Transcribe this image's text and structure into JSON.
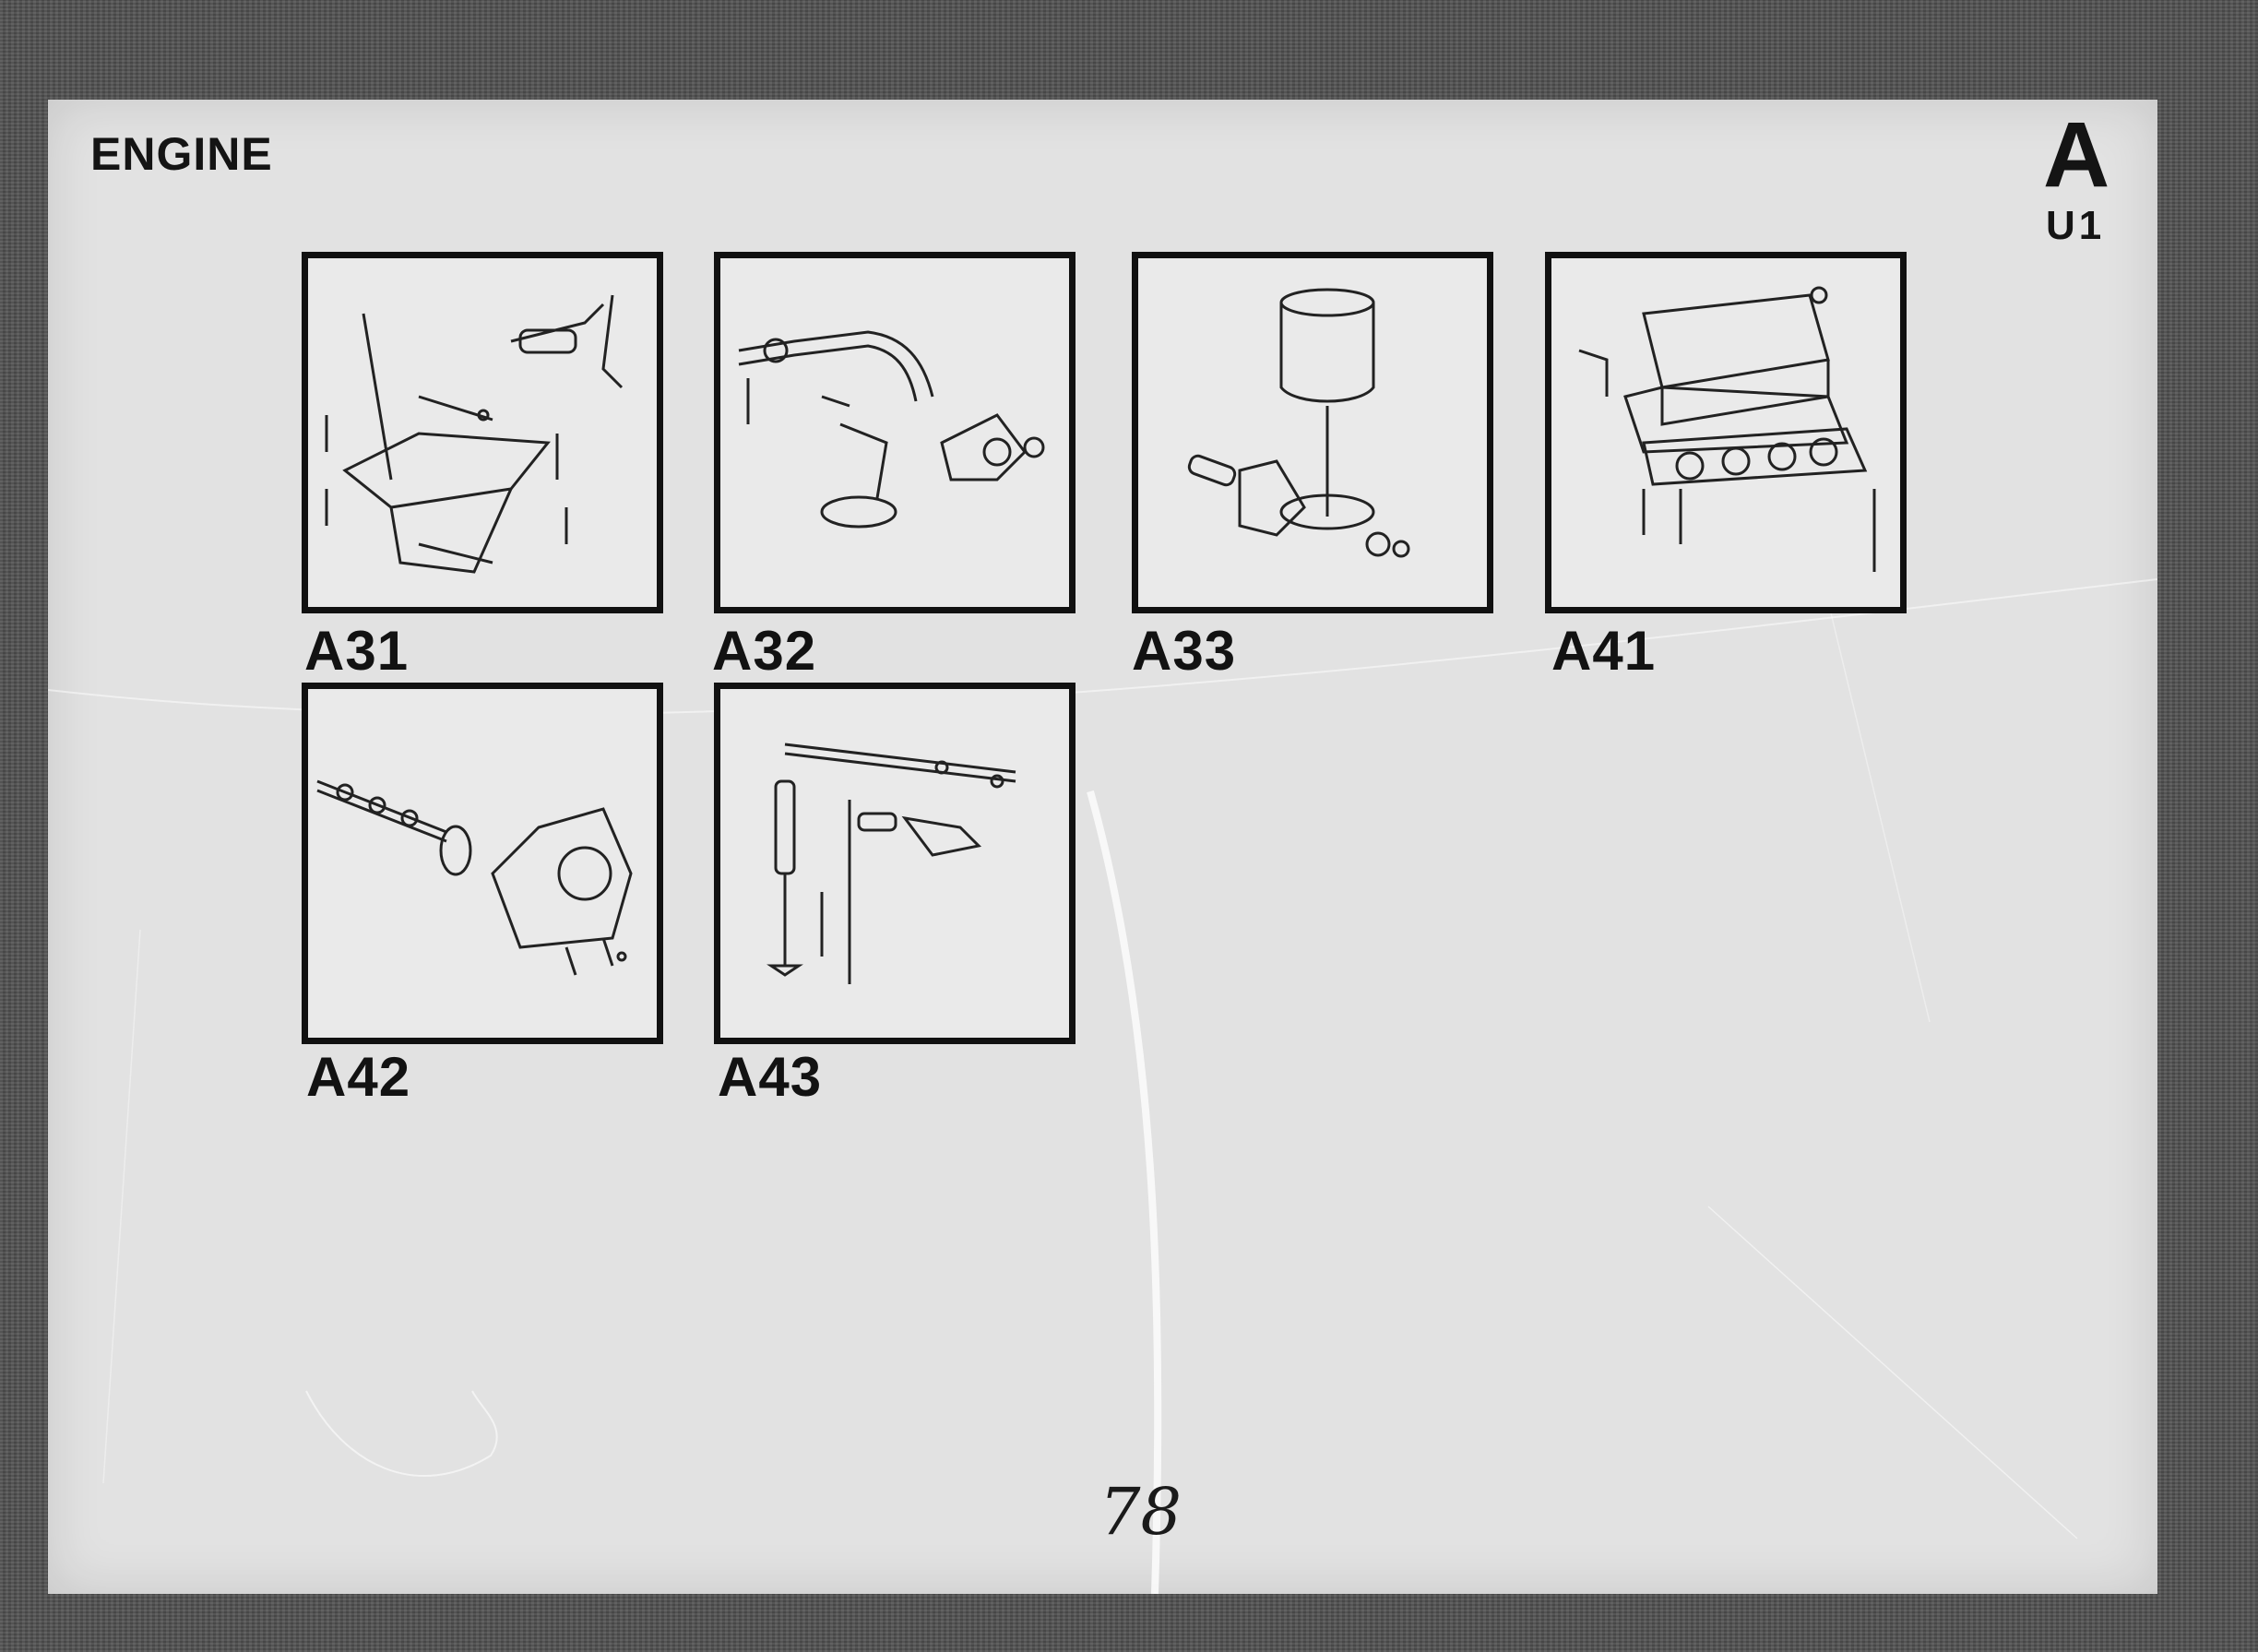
{
  "page": {
    "section_title": "ENGINE",
    "group_letter": "A",
    "group_sub": "U1",
    "page_number": "78"
  },
  "tiles": [
    {
      "label": "A31",
      "icon": "oil-sump-assembly-icon"
    },
    {
      "label": "A32",
      "icon": "oil-pump-pipes-icon"
    },
    {
      "label": "A33",
      "icon": "oil-filter-icon"
    },
    {
      "label": "A41",
      "icon": "cylinder-head-icon"
    },
    {
      "label": "A42",
      "icon": "camshaft-timing-icon"
    },
    {
      "label": "A43",
      "icon": "rocker-valve-gear-icon"
    }
  ],
  "colors": {
    "paper": "#e2e2e2",
    "ink": "#111111",
    "surround": "#4f4f4f"
  }
}
